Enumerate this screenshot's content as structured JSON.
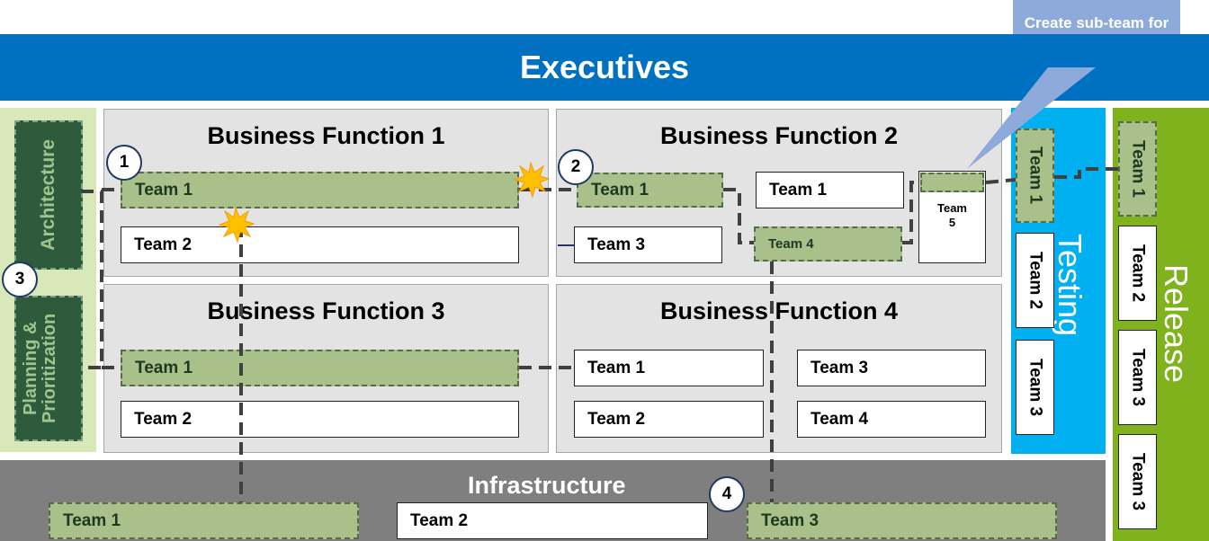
{
  "executives": "Executives",
  "callout": {
    "text": "Create sub-team for adoption"
  },
  "left": {
    "architecture": "Architecture",
    "planning": "Planning & Prioritization"
  },
  "bf1": {
    "title": "Business Function 1",
    "team1": "Team 1",
    "team2": "Team 2"
  },
  "bf2": {
    "title": "Business Function 2",
    "team1_green": "Team 1",
    "team1": "Team 1",
    "team3": "Team 3",
    "team4": "Team 4",
    "team5": "Team 5"
  },
  "bf3": {
    "title": "Business Function 3",
    "team1": "Team 1",
    "team2": "Team 2"
  },
  "bf4": {
    "title": "Business Function 4",
    "team1": "Team 1",
    "team2": "Team 2",
    "team3": "Team 3",
    "team4": "Team 4"
  },
  "testing": {
    "label": "Testing",
    "team1": "Team 1",
    "team2": "Team 2",
    "team3": "Team 3"
  },
  "release": {
    "label": "Release",
    "team1": "Team 1",
    "team2": "Team 2",
    "team3a": "Team 3",
    "team3b": "Team 3"
  },
  "infrastructure": {
    "title": "Infrastructure",
    "team1": "Team 1",
    "team2": "Team 2",
    "team3": "Team 3"
  },
  "markers": [
    "1",
    "2",
    "3",
    "4"
  ],
  "colors": {
    "executives": "#0070c0",
    "testing": "#00b0f0",
    "release": "#7fb21d",
    "infrastructure": "#7f7f7f",
    "adoption_team": "#a9c08a",
    "starburst": "#ffc000"
  }
}
